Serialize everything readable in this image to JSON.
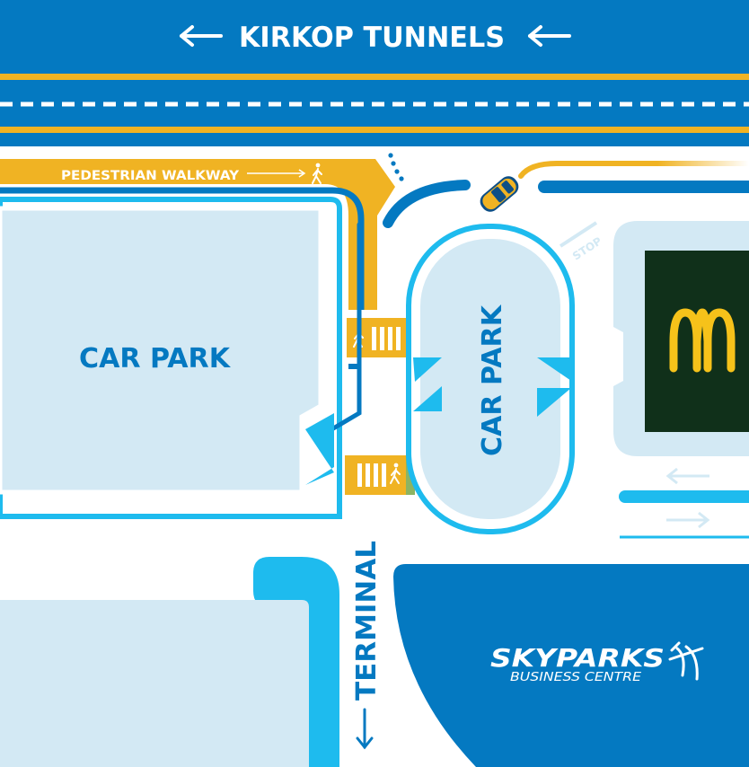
{
  "header": {
    "title": "KIRKOP TUNNELS"
  },
  "walkway": {
    "label": "PEDESTRIAN WALKWAY"
  },
  "areas": {
    "car_park_left": "CAR PARK",
    "car_park_center": "CAR PARK"
  },
  "signs": {
    "stop": "STOP",
    "terminal": "TERMINAL"
  },
  "skyparks": {
    "name": "SKYPARKS",
    "subtitle": "BUSINESS CENTRE"
  },
  "colors": {
    "road_blue": "#0479c1",
    "light_blue": "#1ebbee",
    "pale_blue": "#d3e9f4",
    "yellow": "#f0b323",
    "mcd_green": "#10301a",
    "mcd_yellow": "#f6c21a",
    "taxi": "#f0b323"
  },
  "icons": [
    "arrow-left-icon",
    "pedestrian-icon",
    "car-icon",
    "mcdonalds-logo-icon",
    "skyparks-plane-icon",
    "arrow-down-icon"
  ]
}
